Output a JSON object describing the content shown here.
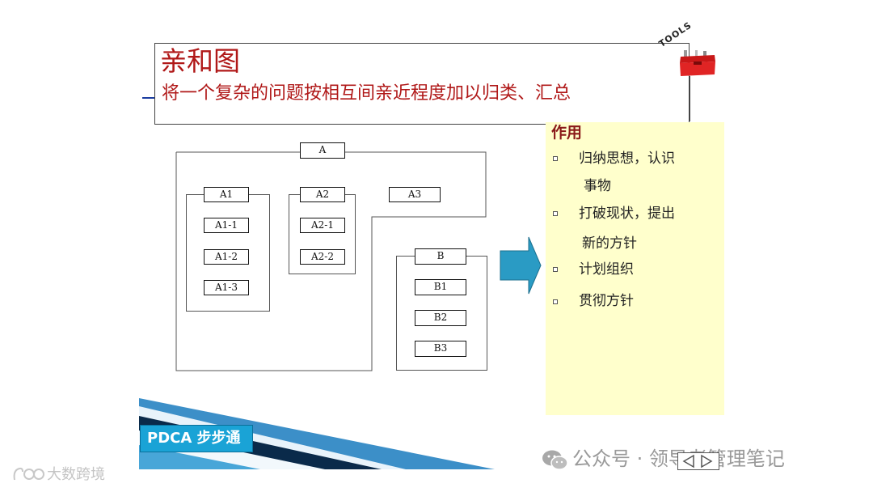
{
  "header": {
    "title": "亲和图",
    "subtitle": "将一个复杂的问题按相互间亲近程度加以归类、汇总"
  },
  "toolbox": {
    "label": "TOOLS",
    "icon": "toolbox-icon",
    "color": "#e02020"
  },
  "diagram": {
    "nodes": {
      "A": "A",
      "A1": "A1",
      "A1_1": "A1-1",
      "A1_2": "A1-2",
      "A1_3": "A1-3",
      "A2": "A2",
      "A2_1": "A2-1",
      "A2_2": "A2-2",
      "A3": "A3",
      "B": "B",
      "B1": "B1",
      "B2": "B2",
      "B3": "B3"
    }
  },
  "arrow": {
    "icon": "right-arrow-icon",
    "color": "#2a9bc4"
  },
  "panel": {
    "title": "作用",
    "bg": "#ffffcc",
    "items": [
      {
        "line1": "归纳思想，认识",
        "line2": "事物"
      },
      {
        "line1": "打破现状，提出",
        "line2": "新的方针"
      },
      {
        "line1": "计划组织",
        "line2": ""
      },
      {
        "line1": "贯彻方针",
        "line2": ""
      }
    ]
  },
  "banner": {
    "label": "PDCA 步步通",
    "accent": "#1aa3d6"
  },
  "footer": {
    "wechat_text": "公众号 · 领导者管理笔记",
    "watermark_text": "大数跨境",
    "nav_icon": "prev-next-icon"
  }
}
